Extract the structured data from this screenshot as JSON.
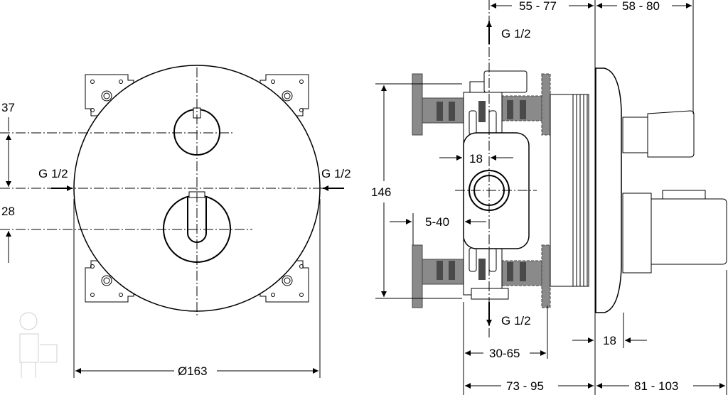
{
  "front_view": {
    "dim_top": "37",
    "dim_bottom": "28",
    "inlet_left": "G 1/2",
    "inlet_right": "G 1/2",
    "diameter": "Ø163"
  },
  "side_view": {
    "dim_depth_top": "55 - 77",
    "dim_trim_top": "58 - 80",
    "outlet_top": "G 1/2",
    "height": "146",
    "inlet_width": "18",
    "plaster_range": "5-40",
    "outlet_bottom": "G 1/2",
    "dim_30_65": "30-65",
    "dim_trim_gap": "18",
    "dim_depth_bottom": "73 - 95",
    "dim_trim_bottom": "81 - 103"
  },
  "colors": {
    "line": "#000000",
    "fill_gray": "#8a8a8a",
    "fill_dark": "#4a4a4a"
  }
}
